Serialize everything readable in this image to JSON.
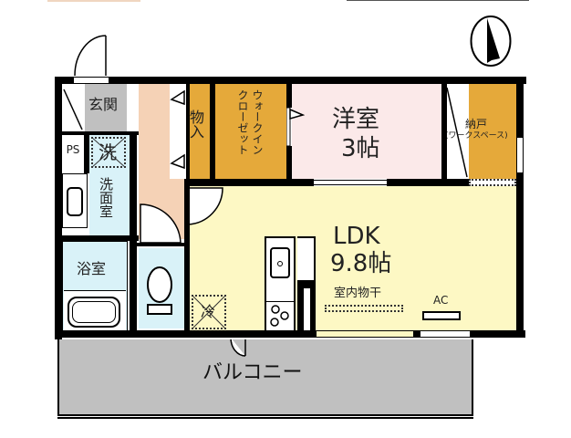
{
  "floorplan": {
    "compass": {
      "icon": "north-arrow-icon",
      "direction": "N"
    },
    "rooms": {
      "entrance": {
        "label": "玄関",
        "color": "#c0c0c0"
      },
      "ps": {
        "label": "PS"
      },
      "washer": {
        "label": "洗",
        "note": "washing machine space"
      },
      "washroom": {
        "label": "洗面室",
        "color": "#d9f2f8"
      },
      "bathroom": {
        "label": "浴室",
        "color": "#d9f2f8"
      },
      "toilet": {
        "color": "#d9f2f8"
      },
      "hallway": {
        "color": "#f5d2b6"
      },
      "storage": {
        "label": "物入",
        "color": "#e5a93a"
      },
      "walk_in_closet": {
        "label_line1": "ウォークイン",
        "label_line2": "クローゼット",
        "color": "#e5a93a"
      },
      "western_room": {
        "label": "洋室",
        "size": "3帖",
        "color": "#fbe9e9"
      },
      "nando": {
        "label": "納戸",
        "sub": "(ワークスペース)",
        "color": "#e5a93a"
      },
      "ldk": {
        "label": "LDK",
        "size": "9.8帖",
        "note": "室内物干",
        "color": "#fdf8c4"
      },
      "fridge": {
        "label": "冷"
      },
      "ac": {
        "label": "AC"
      },
      "balcony": {
        "label": "バルコニー",
        "color": "#c0c0c0"
      }
    }
  }
}
